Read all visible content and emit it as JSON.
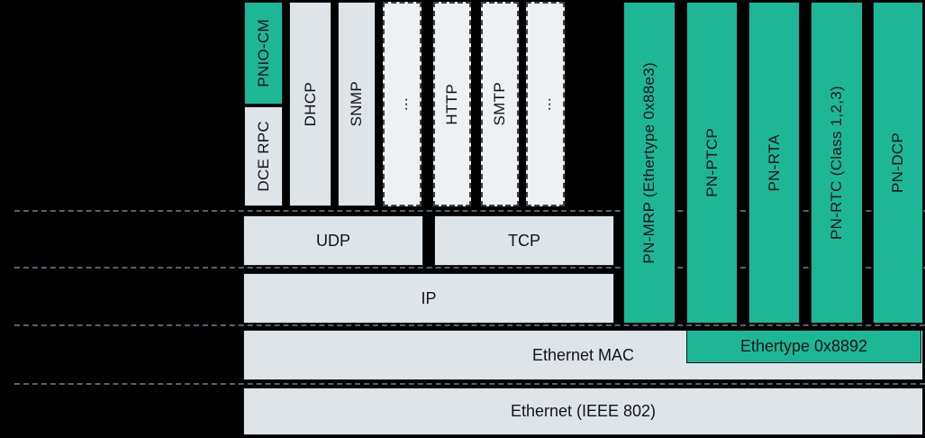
{
  "diagram": {
    "app_row": {
      "pnio_cm": "PNIO-CM",
      "dce_rpc": "DCE RPC",
      "dhcp": "DHCP",
      "snmp": "SNMP",
      "dots_left": "...",
      "http": "HTTP",
      "smtp": "SMTP",
      "dots_right": "..."
    },
    "profinet_columns": {
      "pn_mrp": "PN-MRP (Ethertype 0x88e3)",
      "pn_ptcp": "PN-PTCP",
      "pn_rta": "PN-RTA",
      "pn_rtc": "PN-RTC (Class 1,2,3)",
      "pn_dcp": "PN-DCP"
    },
    "transport": {
      "udp": "UDP",
      "tcp": "TCP"
    },
    "network": {
      "ip": "IP"
    },
    "datalink": {
      "mac": "Ethernet MAC",
      "ethertype": "Ethertype 0x8892"
    },
    "physical": {
      "ethernet": "Ethernet (IEEE 802)"
    }
  },
  "colors": {
    "background": "#000000",
    "profinet_green": "#1EB795",
    "box_fill": "#DEE4E7",
    "other_box_fill": "#EFF0F1",
    "divider": "#5A6166",
    "border": "#161C21",
    "text": "#111417"
  }
}
